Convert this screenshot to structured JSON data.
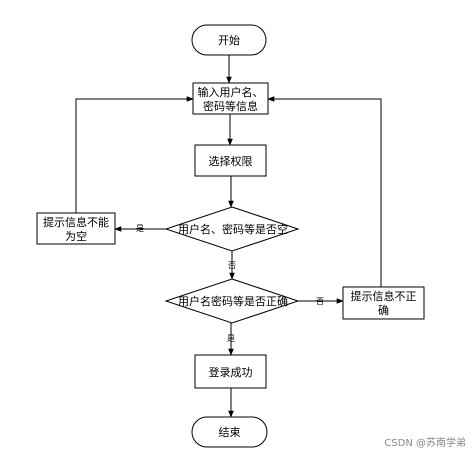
{
  "nodes": {
    "start": "开始",
    "input_line1": "输入用户名、",
    "input_line2": "密码等信息",
    "select": "选择权限",
    "check_empty": "用户名、密码等是否空",
    "check_correct": "用户名密码等是否正确",
    "hint_empty_line1": "提示信息不能",
    "hint_empty_line2": "为空",
    "hint_wrong_line1": "提示信息不正",
    "hint_wrong_line2": "确",
    "success": "登录成功",
    "end": "结束"
  },
  "edge_labels": {
    "empty_yes": "是",
    "empty_no": "否",
    "correct_no": "否",
    "correct_yes": "是"
  },
  "watermark": "CSDN @苏南学弟"
}
